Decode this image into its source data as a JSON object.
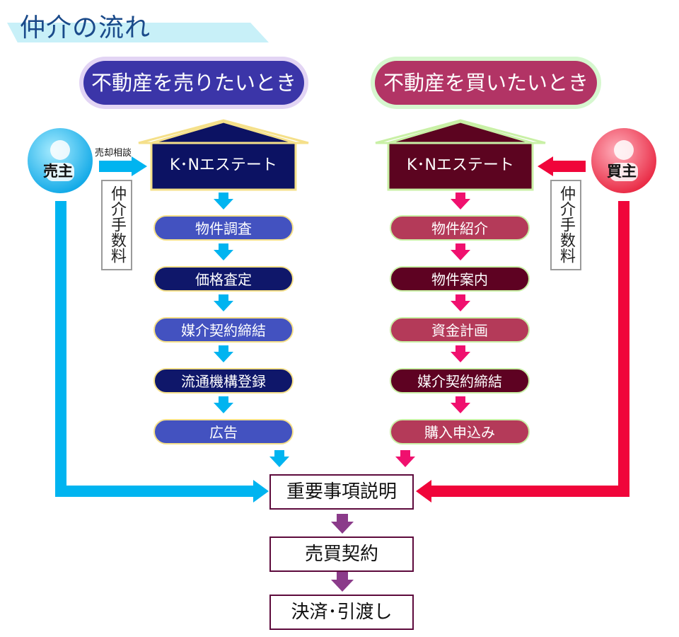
{
  "title": "仲介の流れ",
  "seller_section": {
    "header": "不動産を売りたいとき",
    "actor": "売主",
    "consult_label": "売却相談",
    "company": "K･Nエステート",
    "fee_label": "仲介手数料",
    "steps": [
      "物件調査",
      "価格査定",
      "媒介契約締結",
      "流通機構登録",
      "広告"
    ]
  },
  "buyer_section": {
    "header": "不動産を買いたいとき",
    "actor": "買主",
    "company": "K･Nエステート",
    "fee_label": "仲介手数料",
    "steps": [
      "物件紹介",
      "物件案内",
      "資金計画",
      "媒介契約締結",
      "購入申込み"
    ]
  },
  "final_steps": [
    "重要事項説明",
    "売買契約",
    "決済･引渡し"
  ],
  "colors": {
    "seller_arrow": "#00b4f0",
    "buyer_arrow": "#f0053a",
    "step_arrow_buyer": "#f0106e",
    "final_arrow": "#8b3b8a",
    "seller_house": "#0c1263",
    "buyer_house": "#5c0420"
  },
  "icons": {
    "seller": "person-silhouette-icon",
    "buyer": "person-silhouette-icon"
  }
}
